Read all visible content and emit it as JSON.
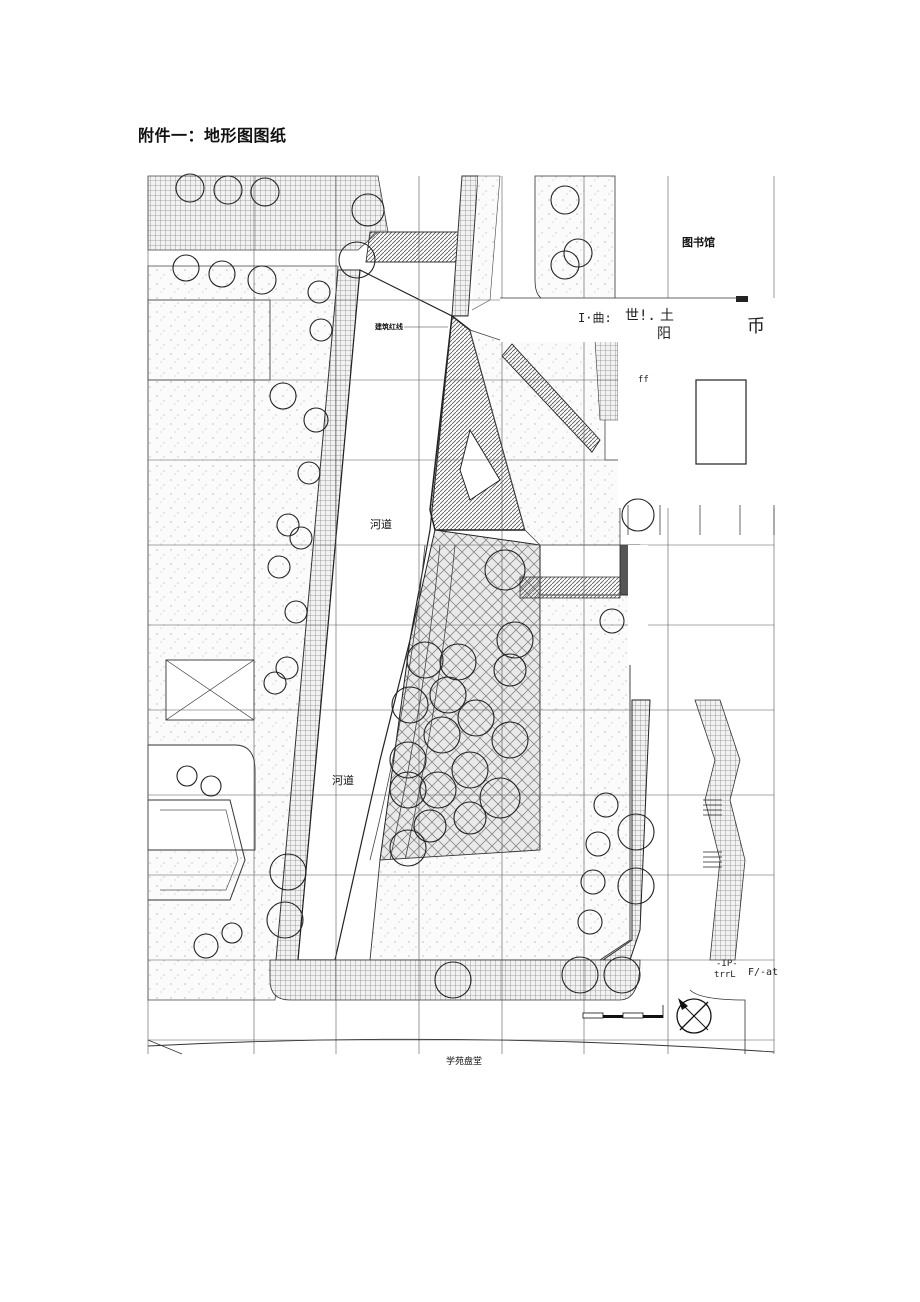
{
  "document": {
    "title": "附件一：地形图图纸"
  },
  "drawing": {
    "labels": {
      "library": "图书馆",
      "building_red_line": "建筑红线",
      "river_upper": "河道",
      "river_lower": "河道",
      "bottom_street": "学苑盘堂"
    },
    "ocr_fragments": {
      "frag1": "I·曲:",
      "frag2": "世!.",
      "frag3": "土",
      "frag4": "阳",
      "frag5": "币",
      "frag6": "ff",
      "frag7": "F/-at",
      "frag8": "-IP-",
      "frag9": "trrL"
    },
    "icons": {
      "north_arrow": "compass-north-icon",
      "scale_bar": "scale-bar-icon"
    }
  }
}
